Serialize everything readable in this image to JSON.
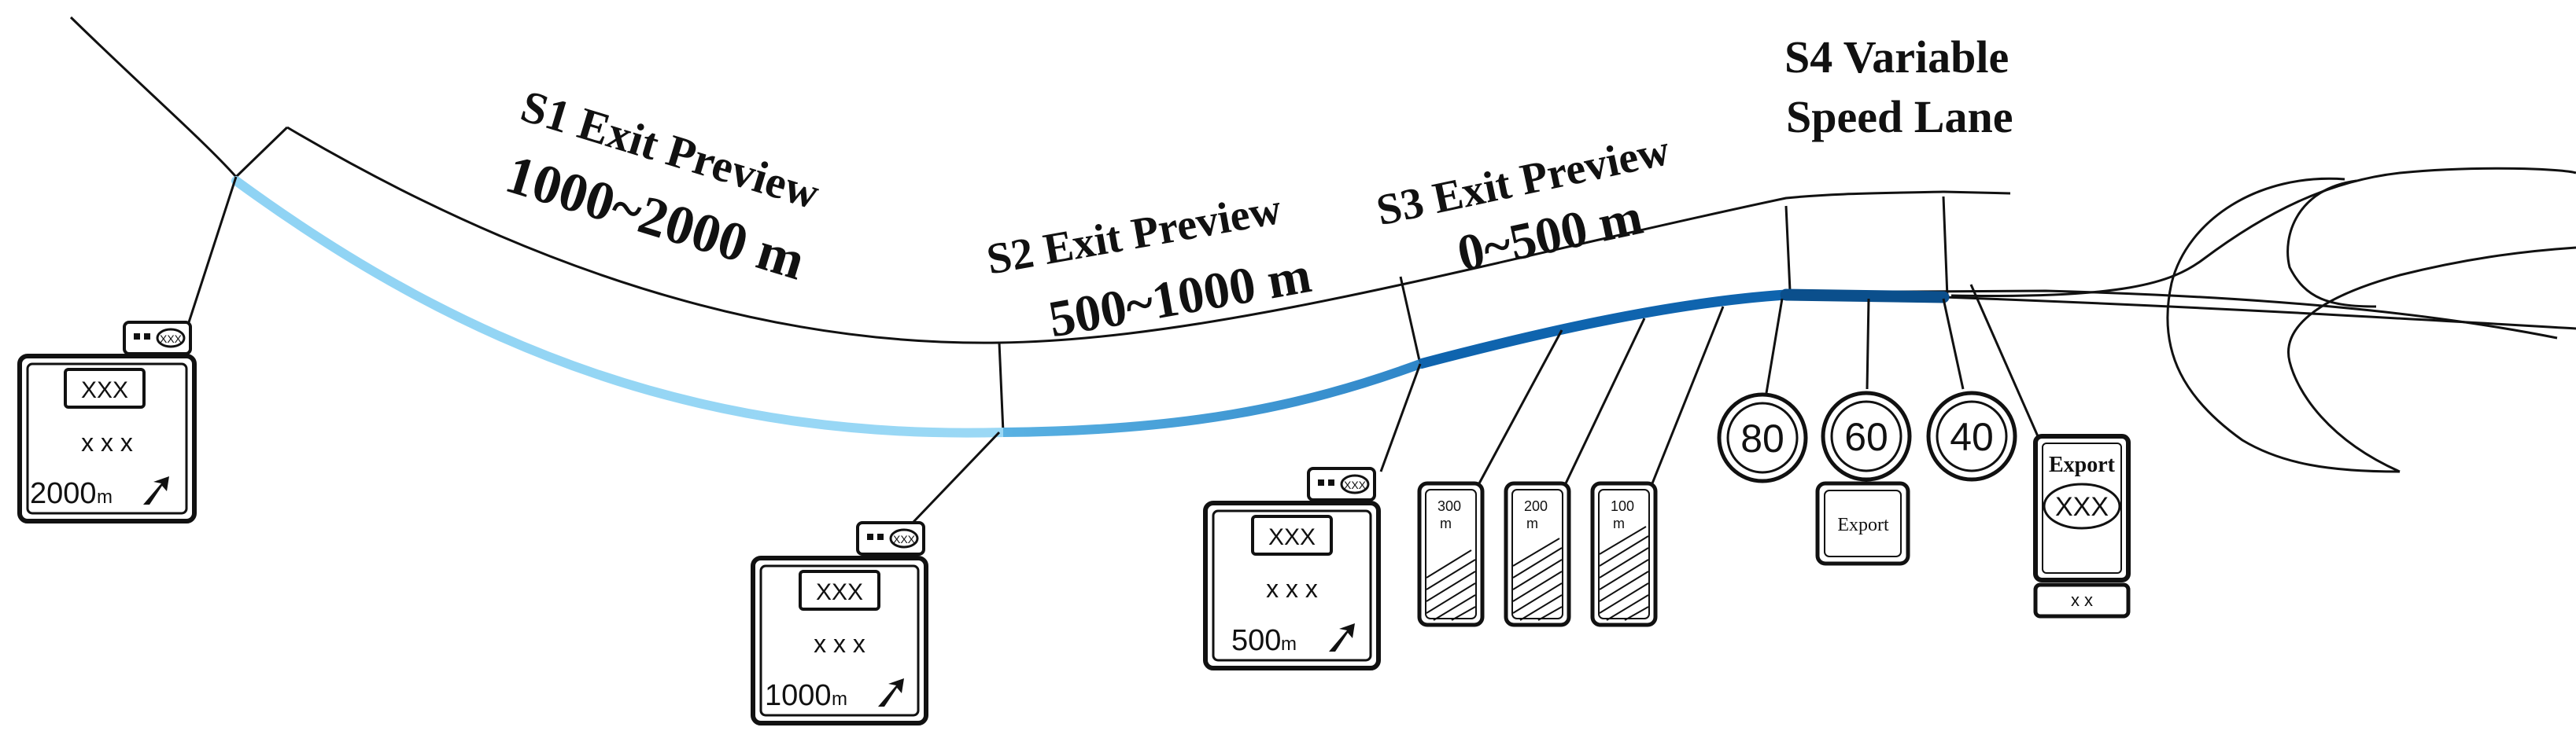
{
  "sections": [
    {
      "name": "S1 Exit Preview",
      "range": "1000~2000 m"
    },
    {
      "name": "S2 Exit Preview",
      "range": "500~1000 m"
    },
    {
      "name": "S3 Exit Preview",
      "range": "0~500 m"
    },
    {
      "name_line1": "S4 Variable",
      "name_line2": "Speed Lane"
    }
  ],
  "guide_signs": [
    {
      "placeholder": "XXX",
      "marks": "x x x",
      "distance": "2000",
      "unit": "m",
      "small": "XXX"
    },
    {
      "placeholder": "XXX",
      "marks": "x x x",
      "distance": "1000",
      "unit": "m",
      "small": "XXX"
    },
    {
      "placeholder": "XXX",
      "marks": "x x x",
      "distance": "500",
      "unit": "m",
      "small": "XXX"
    }
  ],
  "countdown_boards": [
    {
      "label": "300",
      "unit": "m"
    },
    {
      "label": "200",
      "unit": "m"
    },
    {
      "label": "100",
      "unit": "m"
    }
  ],
  "speed_limits": [
    "80",
    "60",
    "40"
  ],
  "export_plate": "Export",
  "exit_sign": {
    "top": "Export",
    "name": "XXX",
    "bottom": "x x"
  },
  "colors": {
    "light_blue": "#8fd3f4",
    "mid_blue": "#4aa3dc",
    "dark_blue": "#0f64ae",
    "navy": "#0b4f8c",
    "ink": "#111111"
  }
}
